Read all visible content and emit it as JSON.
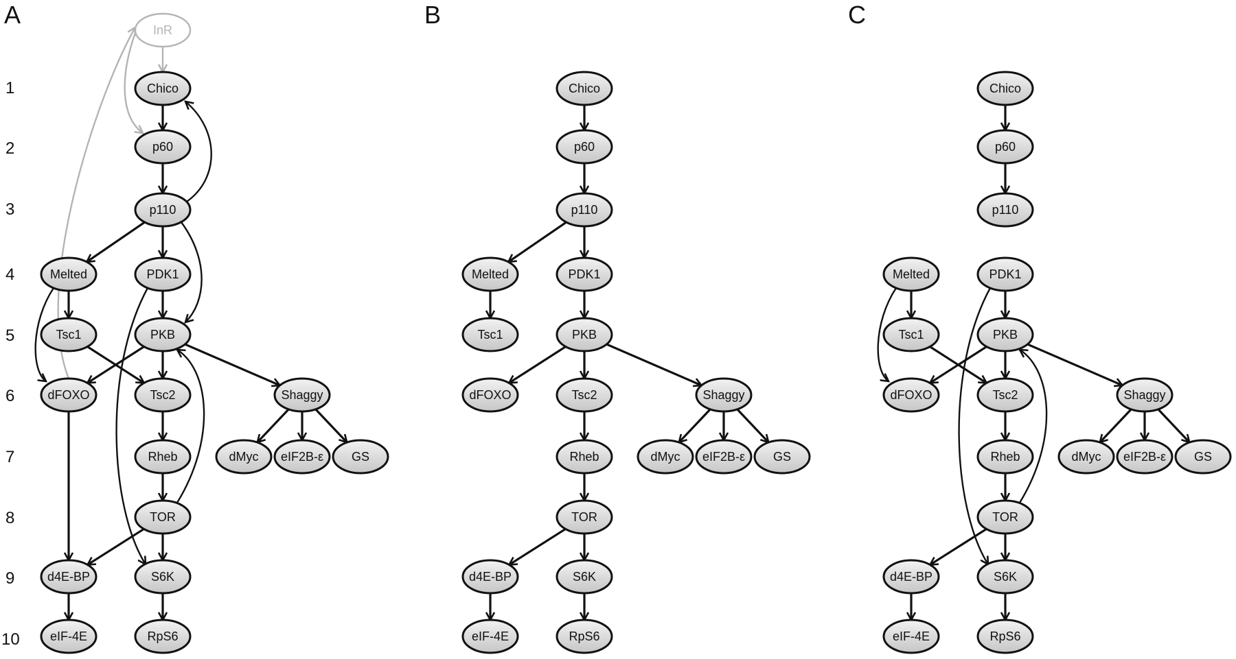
{
  "colors": {
    "node_fill_top": "#f2f2f2",
    "node_fill_bottom": "#c8c8c8",
    "stroke": "#111111",
    "ghost": "#b4b4b4"
  },
  "level_labels": [
    "1",
    "2",
    "3",
    "4",
    "5",
    "6",
    "7",
    "8",
    "9",
    "10"
  ],
  "panels": [
    {
      "letter": "A",
      "nodes": [
        {
          "id": "InR",
          "label": "InR",
          "ghost": true
        },
        {
          "id": "Chico",
          "label": "Chico"
        },
        {
          "id": "p60",
          "label": "p60"
        },
        {
          "id": "p110",
          "label": "p110"
        },
        {
          "id": "Melted",
          "label": "Melted"
        },
        {
          "id": "PDK1",
          "label": "PDK1"
        },
        {
          "id": "Tsc1",
          "label": "Tsc1"
        },
        {
          "id": "PKB",
          "label": "PKB"
        },
        {
          "id": "dFOXO",
          "label": "dFOXO"
        },
        {
          "id": "Tsc2",
          "label": "Tsc2"
        },
        {
          "id": "Shaggy",
          "label": "Shaggy"
        },
        {
          "id": "Rheb",
          "label": "Rheb"
        },
        {
          "id": "dMyc",
          "label": "dMyc"
        },
        {
          "id": "eIF2B",
          "label": "eIF2B-ε"
        },
        {
          "id": "GS",
          "label": "GS"
        },
        {
          "id": "TOR",
          "label": "TOR"
        },
        {
          "id": "d4EBP",
          "label": "d4E-BP"
        },
        {
          "id": "S6K",
          "label": "S6K"
        },
        {
          "id": "eIF4E",
          "label": "eIF-4E"
        },
        {
          "id": "RpS6",
          "label": "RpS6"
        }
      ]
    },
    {
      "letter": "B",
      "nodes": [
        {
          "id": "Chico",
          "label": "Chico"
        },
        {
          "id": "p60",
          "label": "p60"
        },
        {
          "id": "p110",
          "label": "p110"
        },
        {
          "id": "Melted",
          "label": "Melted"
        },
        {
          "id": "PDK1",
          "label": "PDK1"
        },
        {
          "id": "Tsc1",
          "label": "Tsc1"
        },
        {
          "id": "PKB",
          "label": "PKB"
        },
        {
          "id": "dFOXO",
          "label": "dFOXO"
        },
        {
          "id": "Tsc2",
          "label": "Tsc2"
        },
        {
          "id": "Shaggy",
          "label": "Shaggy"
        },
        {
          "id": "Rheb",
          "label": "Rheb"
        },
        {
          "id": "dMyc",
          "label": "dMyc"
        },
        {
          "id": "eIF2B",
          "label": "eIF2B-ε"
        },
        {
          "id": "GS",
          "label": "GS"
        },
        {
          "id": "TOR",
          "label": "TOR"
        },
        {
          "id": "d4EBP",
          "label": "d4E-BP"
        },
        {
          "id": "S6K",
          "label": "S6K"
        },
        {
          "id": "eIF4E",
          "label": "eIF-4E"
        },
        {
          "id": "RpS6",
          "label": "RpS6"
        }
      ]
    },
    {
      "letter": "C",
      "nodes": [
        {
          "id": "Chico",
          "label": "Chico"
        },
        {
          "id": "p60",
          "label": "p60"
        },
        {
          "id": "p110",
          "label": "p110"
        },
        {
          "id": "Melted",
          "label": "Melted"
        },
        {
          "id": "PDK1",
          "label": "PDK1"
        },
        {
          "id": "Tsc1",
          "label": "Tsc1"
        },
        {
          "id": "PKB",
          "label": "PKB"
        },
        {
          "id": "dFOXO",
          "label": "dFOXO"
        },
        {
          "id": "Tsc2",
          "label": "Tsc2"
        },
        {
          "id": "Shaggy",
          "label": "Shaggy"
        },
        {
          "id": "Rheb",
          "label": "Rheb"
        },
        {
          "id": "dMyc",
          "label": "dMyc"
        },
        {
          "id": "eIF2B",
          "label": "eIF2B-ε"
        },
        {
          "id": "GS",
          "label": "GS"
        },
        {
          "id": "TOR",
          "label": "TOR"
        },
        {
          "id": "d4EBP",
          "label": "d4E-BP"
        },
        {
          "id": "S6K",
          "label": "S6K"
        },
        {
          "id": "eIF4E",
          "label": "eIF-4E"
        },
        {
          "id": "RpS6",
          "label": "RpS6"
        }
      ]
    }
  ]
}
